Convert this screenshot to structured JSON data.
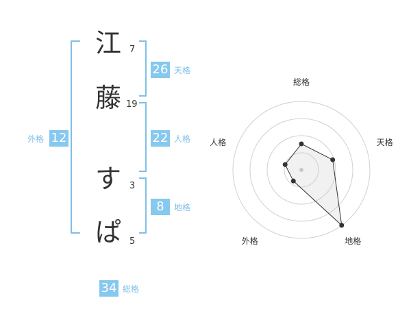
{
  "name_chars": [
    {
      "char": "江",
      "strokes": "7"
    },
    {
      "char": "藤",
      "strokes": "19"
    },
    {
      "char": "す",
      "strokes": "3"
    },
    {
      "char": "ぱ",
      "strokes": "5"
    }
  ],
  "fortunes": {
    "tenkaku": {
      "label": "天格",
      "value": "26"
    },
    "jinkaku": {
      "label": "人格",
      "value": "22"
    },
    "chikaku": {
      "label": "地格",
      "value": "8"
    },
    "gaikaku": {
      "label": "外格",
      "value": "12"
    },
    "soukaku": {
      "label": "総格",
      "value": "34"
    }
  },
  "colors": {
    "accent": "#86c8ee",
    "bracket": "#7ebfe8",
    "text": "#333333",
    "grid": "#d0d0d0"
  },
  "chart_data": {
    "type": "radar",
    "axes": [
      "総格",
      "天格",
      "地格",
      "外格",
      "人格"
    ],
    "values": [
      0.38,
      0.48,
      1.0,
      0.2,
      0.25
    ],
    "rings": 4
  }
}
